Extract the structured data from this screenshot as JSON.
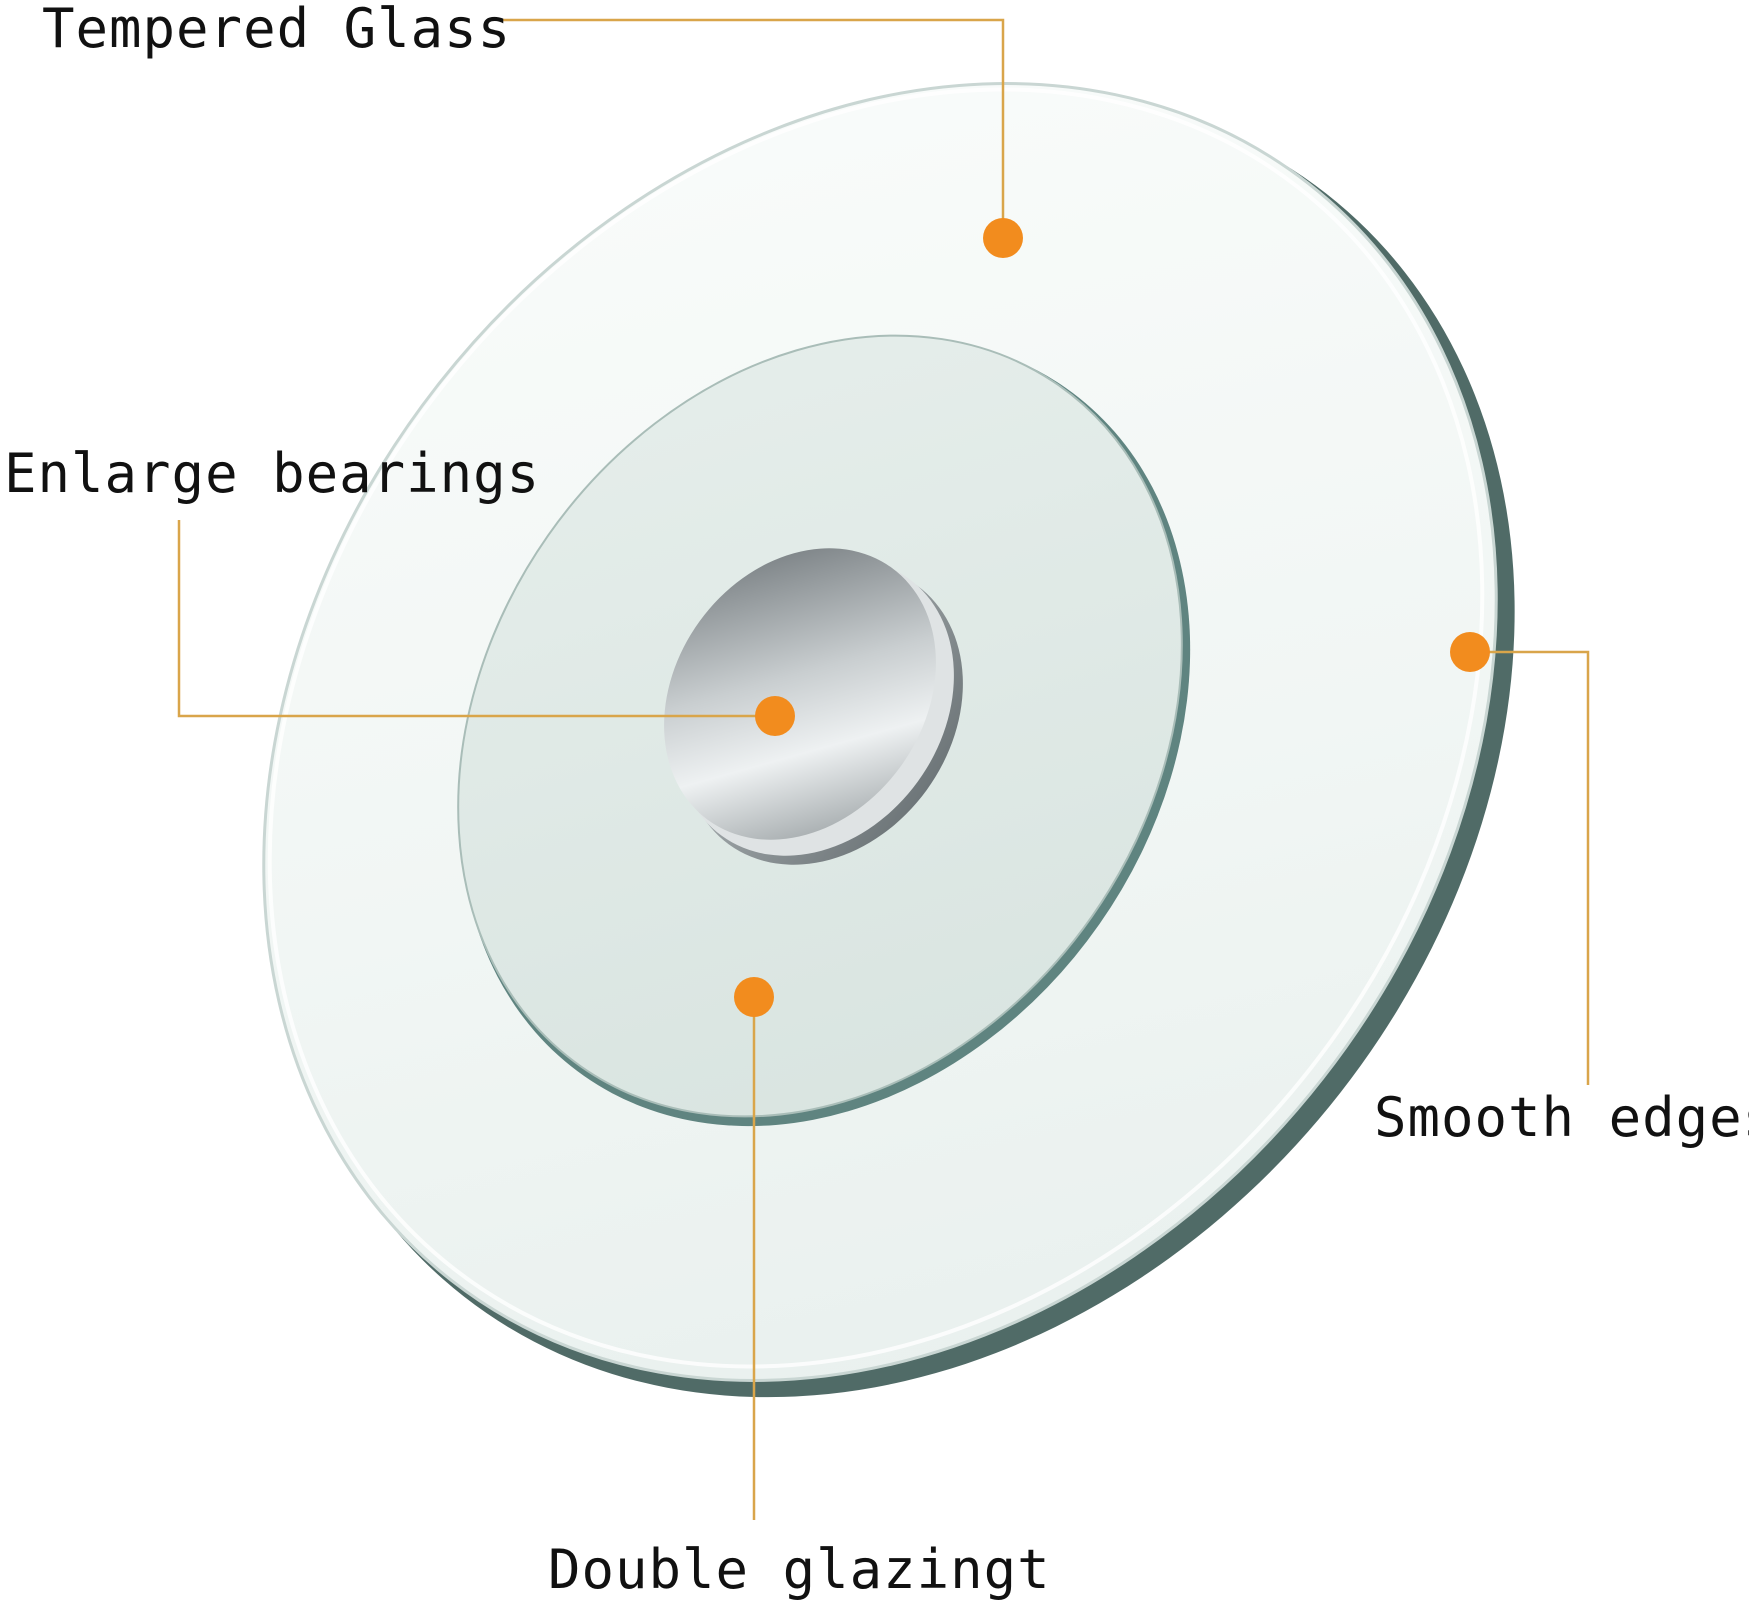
{
  "callouts": {
    "tempered_glass": "Tempered Glass",
    "enlarge_bearings": "Enlarge bearings",
    "smooth_edges": "Smooth edges",
    "double_glazing": "Double glazingt"
  },
  "colors": {
    "callout_dot": "#f28c1e",
    "leader_line": "#d9a54a",
    "glass_edge": "#3d5b57",
    "glass_fill": "#eef4f2",
    "bearing_metal": "#8f9698"
  }
}
